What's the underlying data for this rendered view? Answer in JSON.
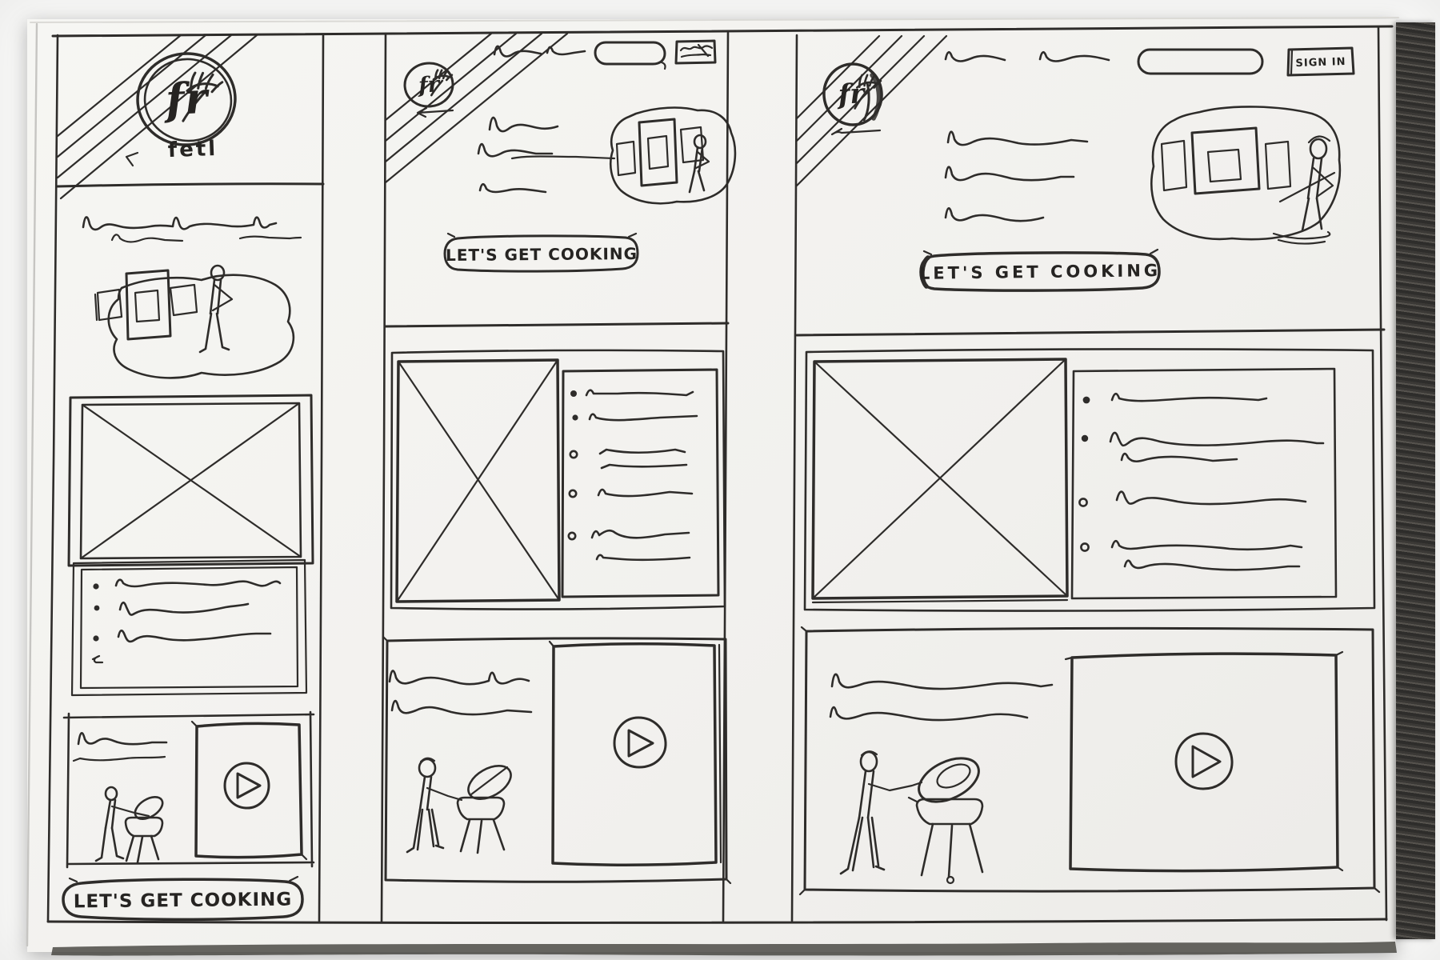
{
  "colors": {
    "photo_background": "#fbfbfa",
    "paper": "#f4f3f0",
    "ink": "#2e2c2a",
    "binding_strip": "#3a3a38"
  },
  "icons": {
    "logo": "fork-icon",
    "video": "play-icon",
    "image_placeholder": "crossed-box-icon",
    "search": "search-pill-field",
    "menu": "scribble-menu-button"
  },
  "panels": [
    {
      "id": "mobile",
      "logo_monogram": "fr",
      "logo_caption": "fetl",
      "cta_label": "LET'S GET COOKING"
    },
    {
      "id": "tablet",
      "logo_monogram": "fr",
      "cta_label": "LET'S GET COOKING"
    },
    {
      "id": "desktop",
      "logo_monogram": "fr",
      "cta_label": "LET'S GET COOKING",
      "sign_in_label": "SIGN IN"
    }
  ]
}
